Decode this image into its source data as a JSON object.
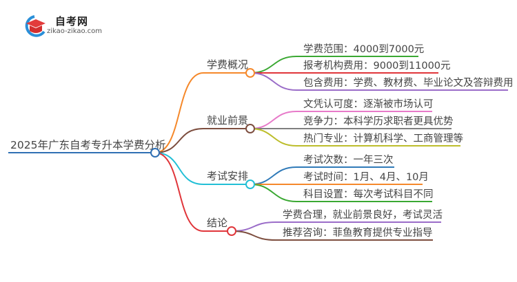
{
  "logo": {
    "title": "自考网",
    "url": "zikao-zikao.com"
  },
  "root": {
    "label": "2025年广东自考专升本学费分析",
    "color": "#2f6fb3"
  },
  "branches": [
    {
      "label": "学费概况",
      "color": "#f5882a",
      "leaves": [
        {
          "label": "学费范围：4000到7000元",
          "color": "#3aa832"
        },
        {
          "label": "报考机构费用：9000到11000元",
          "color": "#e0353a"
        },
        {
          "label": "包含费用：学费、教材费、毕业论文及答辩费用",
          "color": "#9a6cc8"
        }
      ]
    },
    {
      "label": "就业前景",
      "color": "#7d4e3f",
      "leaves": [
        {
          "label": "文凭认可度：逐渐被市场认可",
          "color": "#e77ac9"
        },
        {
          "label": "竞争力：本科学历求职者更具优势",
          "color": "#7f7f7f"
        },
        {
          "label": "热门专业：计算机科学、工商管理等",
          "color": "#bcbd2a"
        }
      ]
    },
    {
      "label": "考试安排",
      "color": "#22bfd6",
      "leaves": [
        {
          "label": "考试次数：一年三次",
          "color": "#2f7ab8"
        },
        {
          "label": "考试时间：1月、4月、10月",
          "color": "#f5882a"
        },
        {
          "label": "科目设置：每次考试科目不同",
          "color": "#3aa832"
        }
      ]
    },
    {
      "label": "结论",
      "color": "#e0353a",
      "leaves": [
        {
          "label": "学费合理，就业前景良好，考试灵活",
          "color": "#9a6cc8"
        },
        {
          "label": "推荐咨询：菲鱼教育提供专业指导",
          "color": "#7d4e3f"
        }
      ]
    }
  ]
}
